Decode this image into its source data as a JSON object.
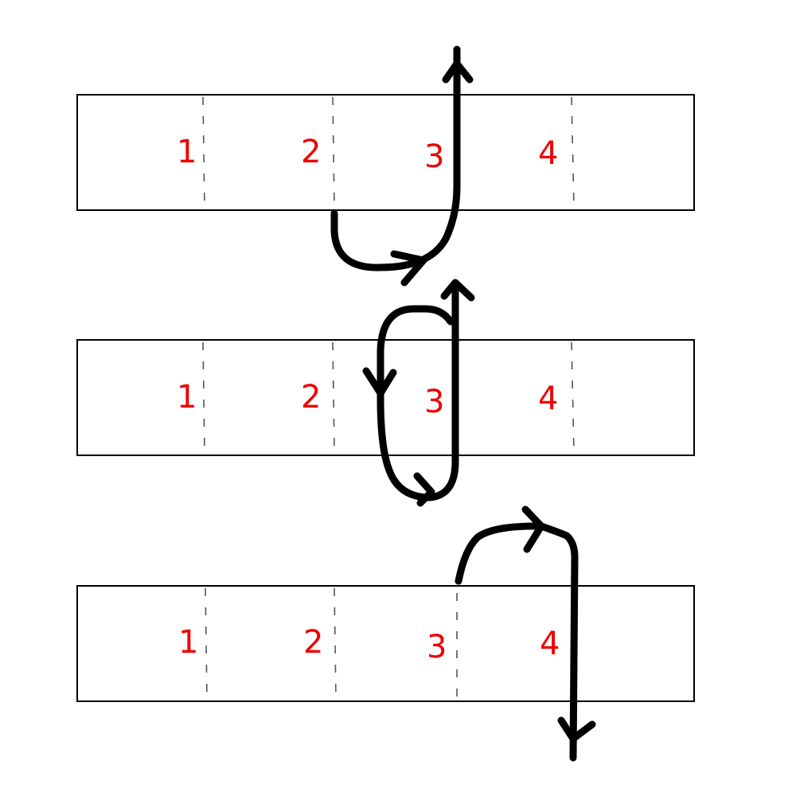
{
  "diagram": {
    "colors": {
      "label": "#ee0000",
      "stroke": "#000000",
      "background": "#ffffff"
    },
    "bars": [
      {
        "id": "top",
        "labels": [
          "1",
          "2",
          "3",
          "4"
        ],
        "path_description": "enters from below at position 2, curves right, then goes up through position 3 and exits top"
      },
      {
        "id": "middle",
        "labels": [
          "1",
          "2",
          "3",
          "4"
        ],
        "path_description": "loop around position 3: down on left side, curves right at bottom, up on right side and exits top"
      },
      {
        "id": "bottom",
        "labels": [
          "1",
          "2",
          "3",
          "4"
        ],
        "path_description": "starts at top of position 3, arcs over to the right, then goes down through position 4 and exits bottom"
      }
    ]
  }
}
